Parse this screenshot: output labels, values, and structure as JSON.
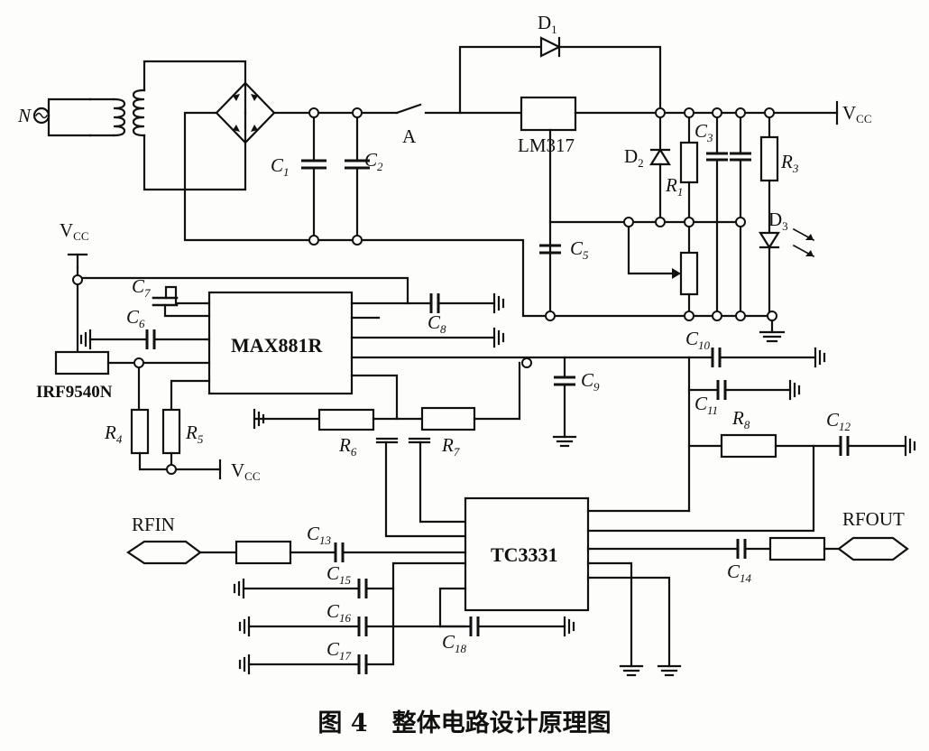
{
  "caption": "图 4　整体电路设计原理图",
  "power_section": {
    "source": "N",
    "switch": "A",
    "regulator": "LM317",
    "vcc": "VCC",
    "diodes": [
      "D1",
      "D2",
      "D3"
    ],
    "capacitors": [
      "C1",
      "C2",
      "C3",
      "C5"
    ],
    "resistors": [
      "R1",
      "R3"
    ]
  },
  "bias_section": {
    "chip": "MAX881R",
    "mosfet": "IRF9540N",
    "vcc": "VCC",
    "capacitors": [
      "C6",
      "C7",
      "C8",
      "C9",
      "C10",
      "C11",
      "C12"
    ],
    "resistors": [
      "R4",
      "R5",
      "R6",
      "R7",
      "R8"
    ]
  },
  "rf_section": {
    "chip": "TC3331",
    "input": "RFIN",
    "output": "RFOUT",
    "capacitors": [
      "C13",
      "C14",
      "C15",
      "C16",
      "C17",
      "C18"
    ]
  }
}
